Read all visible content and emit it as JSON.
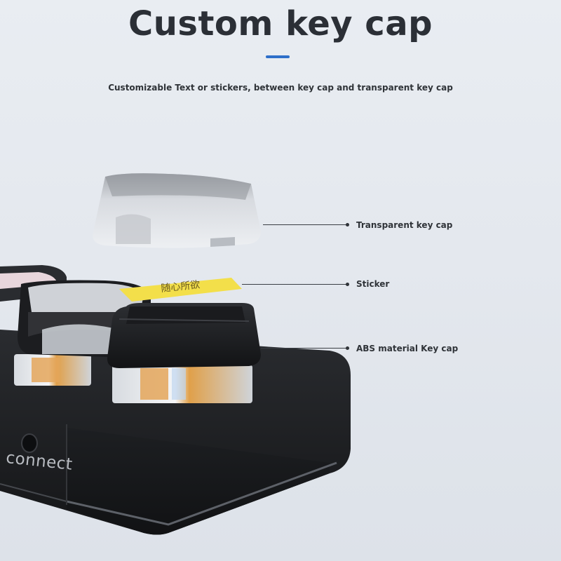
{
  "header": {
    "title": "Custom key cap",
    "subtitle": "Customizable Text or stickers, between key cap and transparent key cap",
    "accent_color": "#2e6fc9"
  },
  "callouts": [
    {
      "label": "Transparent key cap"
    },
    {
      "label": "Sticker"
    },
    {
      "label": "ABS material Key cap"
    }
  ],
  "device": {
    "button_label": "connect",
    "sticker_text": "随心所欲",
    "sticker_color": "#f3df4a",
    "body_color": "#1f2124"
  }
}
